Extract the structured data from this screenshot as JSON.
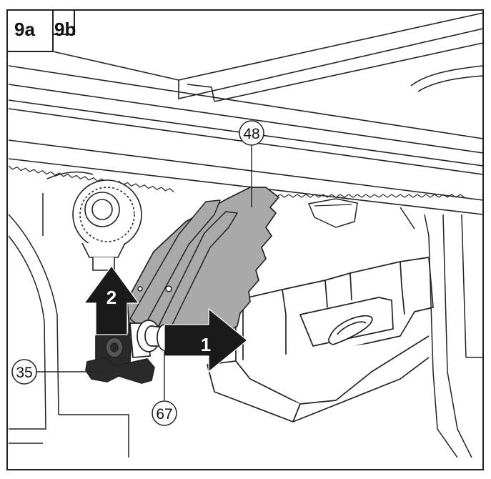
{
  "figure": {
    "label_9a": "9a",
    "label_9b": "9b",
    "callouts": {
      "blade": "48",
      "knob": "35",
      "bolt": "67"
    },
    "arrows": {
      "first": "1",
      "second": "2"
    }
  },
  "colors": {
    "blade_fill": "#a9a9a9",
    "arrow_fill": "#1a1a1a",
    "line": "#222222",
    "background": "#ffffff"
  }
}
